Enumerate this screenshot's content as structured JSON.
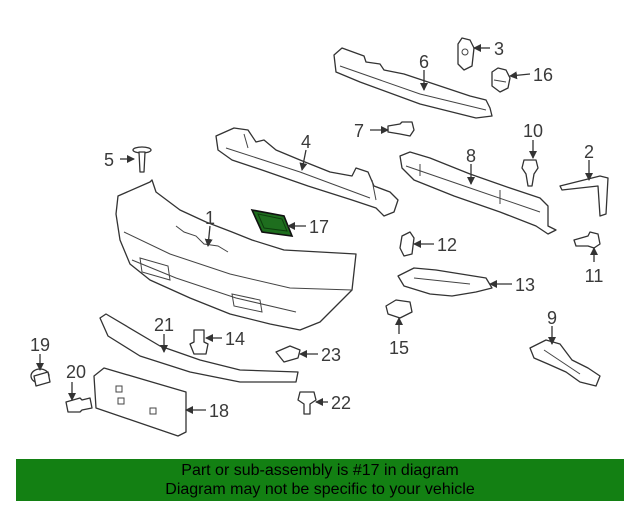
{
  "callouts": [
    "1",
    "2",
    "3",
    "4",
    "5",
    "6",
    "7",
    "8",
    "9",
    "10",
    "11",
    "12",
    "13",
    "14",
    "15",
    "16",
    "17",
    "18",
    "19",
    "20",
    "21",
    "22",
    "23"
  ],
  "banner": {
    "line1": "Part or sub-assembly is #17 in diagram",
    "line2": "Diagram may not be specific to your vehicle"
  },
  "colors": {
    "highlight": "#1e6e1e",
    "banner_bg": "#138013"
  }
}
